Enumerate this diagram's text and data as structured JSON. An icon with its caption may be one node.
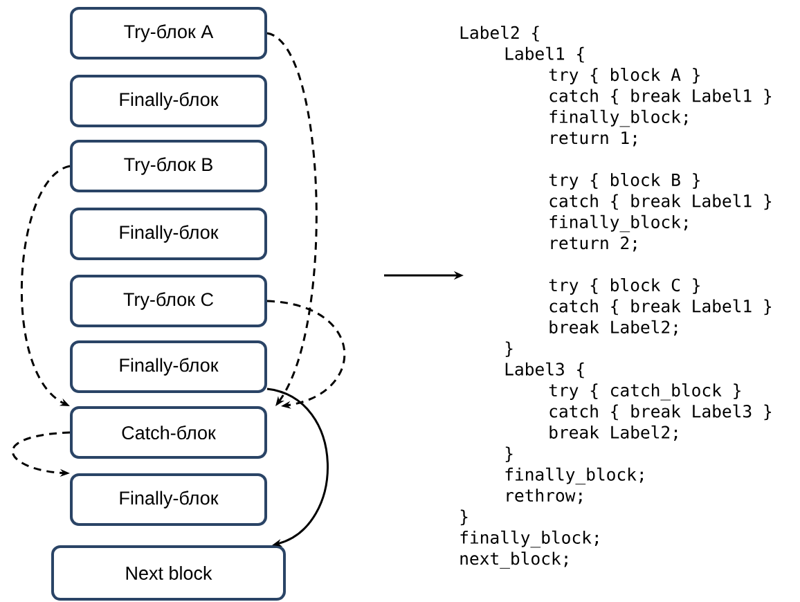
{
  "diagram": {
    "nodes": [
      {
        "text": [
          "Try-блок A"
        ]
      },
      {
        "text": [
          "Finally-блок"
        ]
      },
      {
        "text": [
          "Try-блок B"
        ]
      },
      {
        "text": [
          "Finally-блок"
        ]
      },
      {
        "text": [
          "Try-блок C"
        ]
      },
      {
        "text": [
          "Finally-блок"
        ]
      },
      {
        "text": [
          "Catch-блок"
        ]
      },
      {
        "text": [
          "Finally-блок"
        ]
      },
      {
        "text": [
          "Next block"
        ]
      }
    ],
    "edges": [
      {
        "from": 0,
        "to": 6,
        "arrow": "to",
        "style": "dashed"
      },
      {
        "from": 2,
        "to": 6,
        "arrow": "to",
        "style": "dashed"
      },
      {
        "from": 4,
        "to": 6,
        "arrow": "to",
        "style": "dashed"
      },
      {
        "from": 6,
        "to": 7,
        "arrow": "to",
        "style": "dashed"
      },
      {
        "from": 5,
        "to": 8,
        "arrow": "to"
      }
    ],
    "labels": [
      "Label2 {",
      "Label1 {",
      "try { block A }",
      "catch { break Label1 }",
      "finally_block;",
      "return 1;",
      "try { block B }",
      "catch { break Label1 }",
      "finally_block;",
      "return 2;",
      "try { block C }",
      "catch { break Label1 }",
      "break Label2;",
      "}",
      "Label3 {",
      "try { catch_block }",
      "catch { break Label3 }",
      "break Label2;",
      "}",
      "finally_block;",
      "rethrow;",
      "}",
      "finally_block;",
      "next_block;"
    ]
  }
}
